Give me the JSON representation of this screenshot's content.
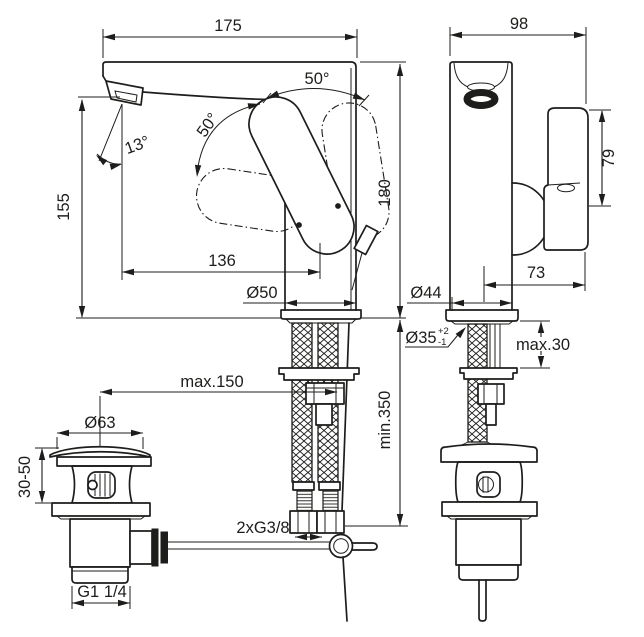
{
  "title": "Basin mixer installation dimension drawing",
  "colors": {
    "line": "#1d1d1b",
    "background": "#ffffff"
  },
  "side_view": {
    "overall_width": "175",
    "spout_height": "155",
    "spout_angle": "13°",
    "handle_swivel_angle": "50°",
    "handle_lift_angle": "50°",
    "total_height": "180",
    "spout_reach": "136",
    "base_diameter": "Ø50",
    "rod_reach": "max.150",
    "hose_length": "min.350",
    "hose_thread": "2xG3/8",
    "drain_cap_diameter": "Ø63",
    "drain_clamp_range": "30-50",
    "drain_thread": "G1 1/4"
  },
  "front_view": {
    "overall_width": "98",
    "handle_length": "79",
    "handle_reach": "73",
    "base_diameter": "Ø44",
    "hole_diameter": "Ø35",
    "hole_tolerance_plus": "+2",
    "hole_tolerance_minus": "-1",
    "deck_thickness": "max.30"
  }
}
